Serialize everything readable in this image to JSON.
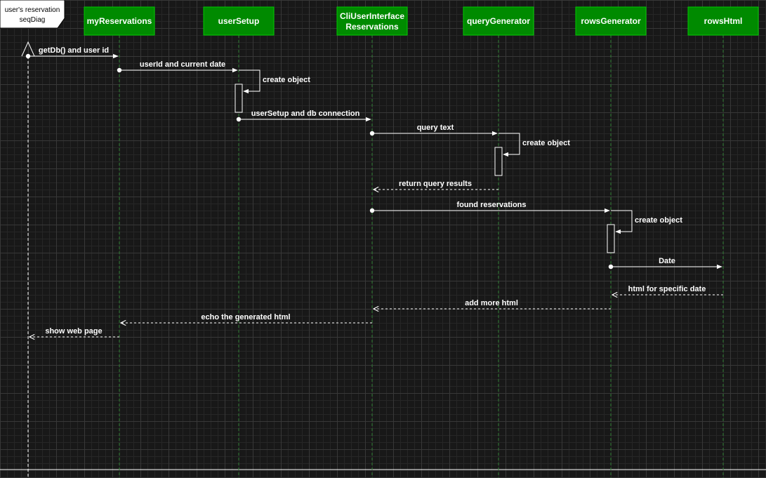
{
  "frame": {
    "title_line1": "user's reservation",
    "title_line2": "seqDiag"
  },
  "participants": [
    {
      "id": "myReservations",
      "line1": "myReservations",
      "line2": ""
    },
    {
      "id": "userSetup",
      "line1": "userSetup",
      "line2": ""
    },
    {
      "id": "cliUserInterfaceReservations",
      "line1": "CliUserInterface",
      "line2": "Reservations"
    },
    {
      "id": "queryGenerator",
      "line1": "queryGenerator",
      "line2": ""
    },
    {
      "id": "rowsGenerator",
      "line1": "rowsGenerator",
      "line2": ""
    },
    {
      "id": "rowsHtml",
      "line1": "rowsHtml",
      "line2": ""
    }
  ],
  "messages": [
    {
      "label": "getDb() and user id",
      "kind": "sync"
    },
    {
      "label": "userId and current date",
      "kind": "sync"
    },
    {
      "label": "create object",
      "kind": "self"
    },
    {
      "label": "userSetup and db connection",
      "kind": "sync"
    },
    {
      "label": "query text",
      "kind": "sync"
    },
    {
      "label": "create object",
      "kind": "self"
    },
    {
      "label": "return query results",
      "kind": "return"
    },
    {
      "label": "found reservations",
      "kind": "sync"
    },
    {
      "label": "create object",
      "kind": "self"
    },
    {
      "label": "Date",
      "kind": "sync"
    },
    {
      "label": "html for specific date",
      "kind": "return"
    },
    {
      "label": "add more html",
      "kind": "return"
    },
    {
      "label": "echo the generated html",
      "kind": "return"
    },
    {
      "label": "show web page",
      "kind": "return"
    }
  ],
  "colors": {
    "participant_fill": "#008a00",
    "participant_border": "#00c800",
    "lifeline_participant": "#2e7d32",
    "lifeline_actor": "#ffffff",
    "arrow": "#ffffff",
    "frame_fill": "#ffffff"
  }
}
